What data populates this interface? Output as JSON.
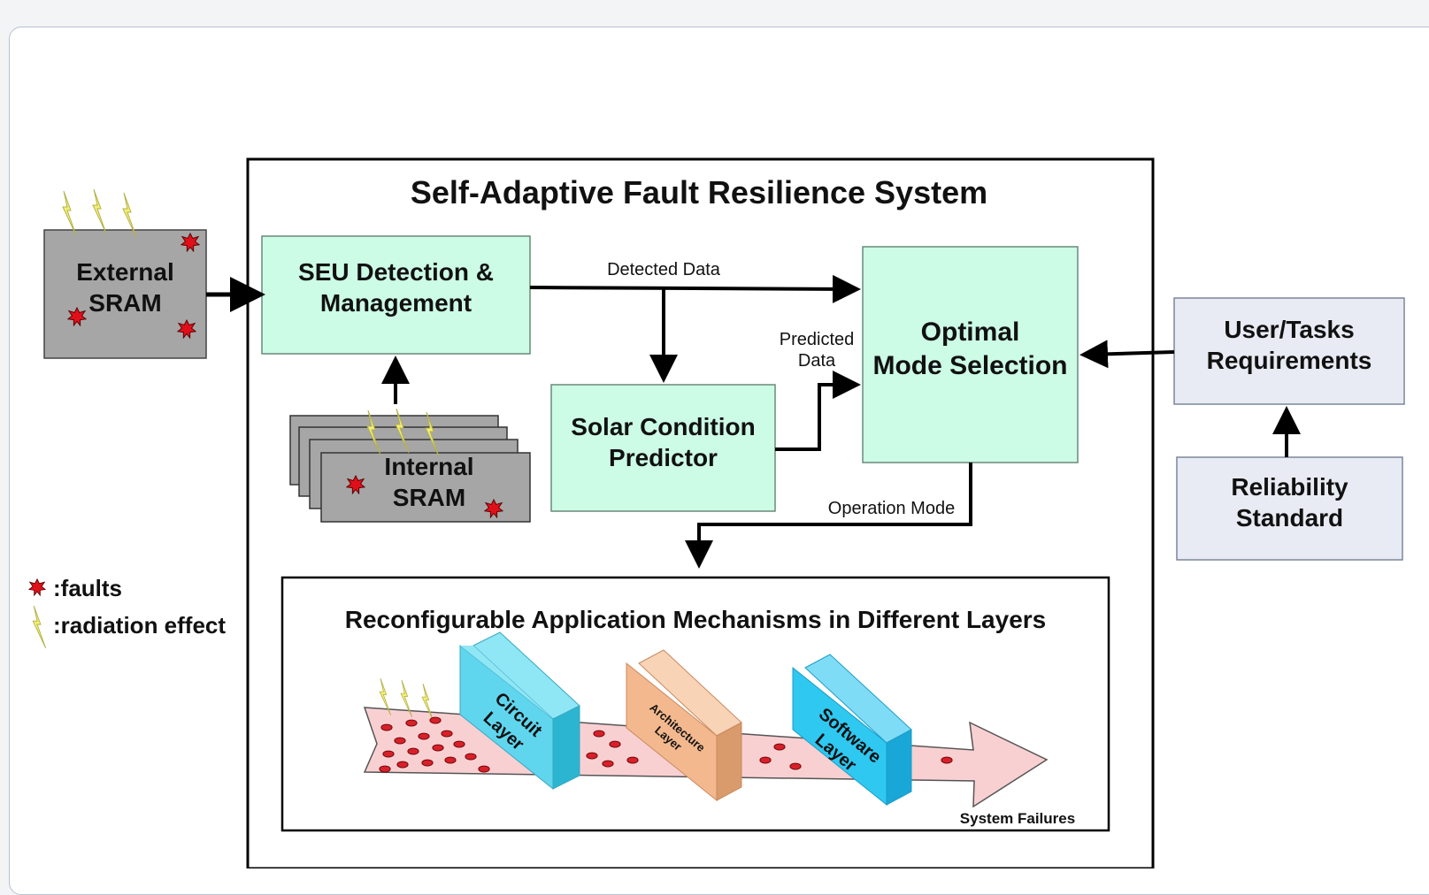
{
  "diagram": {
    "title": "Self-Adaptive Fault Resilience System",
    "external_sram": "External\nSRAM",
    "seu_box": "SEU Detection &\nManagement",
    "internal_sram": "Internal\nSRAM",
    "solar_predictor": "Solar Condition\nPredictor",
    "optimal_mode": "Optimal\nMode Selection",
    "user_tasks": "User/Tasks\nRequirements",
    "reliability": "Reliability\nStandard",
    "edge_detected": "Detected Data",
    "edge_predicted": "Predicted\nData",
    "edge_operation": "Operation Mode",
    "reconfig_title": "Reconfigurable Application Mechanisms in Different Layers",
    "layer_circuit": "Circuit\nLayer",
    "layer_architecture": "Architecture\nLayer",
    "layer_software": "Software\nLayer",
    "system_failures": "System Failures",
    "legend_faults": ":faults",
    "legend_radiation": ":radiation effect"
  },
  "colors": {
    "box_green": "#ccfbe6",
    "box_gray": "#a6a6a6",
    "box_lavender": "#e8ebf3",
    "arrow_pink": "#f9d0d2",
    "layer_cyan": "#5fd6ee",
    "layer_orange": "#f3b88e",
    "layer_blue": "#2ec8f0",
    "fault_red": "#e0101a",
    "radiation_yellow": "#f2ef74"
  }
}
